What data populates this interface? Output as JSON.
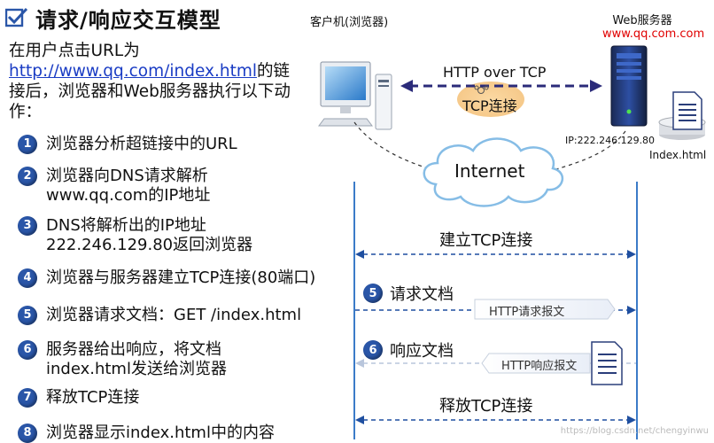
{
  "title": "请求/响应交互模型",
  "intro": {
    "prefix": "在用户点击URL为",
    "link": "http://www.qq.com/index.html",
    "suffix": "的链接后，浏览器和Web服务器执行以下动作："
  },
  "steps": [
    {
      "num": "1",
      "lines": [
        "浏览器分析超链接中的URL"
      ]
    },
    {
      "num": "2",
      "lines": [
        "浏览器向DNS请求解析",
        "www.qq.com的IP地址"
      ]
    },
    {
      "num": "3",
      "lines": [
        "DNS将解析出的IP地址",
        "222.246.129.80返回浏览器"
      ]
    },
    {
      "num": "4",
      "lines": [
        "浏览器与服务器建立TCP连接(80端口)"
      ]
    },
    {
      "num": "5",
      "lines": [
        "浏览器请求文档：GET /index.html"
      ]
    },
    {
      "num": "6",
      "lines": [
        "服务器给出响应，将文档",
        "index.html发送给浏览器"
      ]
    },
    {
      "num": "7",
      "lines": [
        "释放TCP连接"
      ]
    },
    {
      "num": "8",
      "lines": [
        "浏览器显示index.html中的内容"
      ]
    }
  ],
  "diagram": {
    "client_label": "客户机(浏览器)",
    "server_label": "Web服务器",
    "server_url": "www.qq.com.com",
    "http_over_tcp": "HTTP over TCP",
    "tcp_connection": "TCP连接",
    "internet": "Internet",
    "ip_address": "IP:222.246.129.80",
    "index_file": "Index.html",
    "establish_tcp": "建立TCP连接",
    "request_num": "5",
    "request_doc": "请求文档",
    "request_packet": "HTTP请求报文",
    "response_num": "6",
    "response_doc": "响应文档",
    "response_packet": "HTTP响应报文",
    "release_tcp": "释放TCP连接"
  },
  "watermark": "https://blog.csdn.net/chengyinwu",
  "colors": {
    "accent": "#2a56a8",
    "dash_line": "#1f4fa0",
    "arrow_dark": "#2b2b7a",
    "url_red": "#e00000",
    "tcp_halo": "#f9d49a"
  }
}
